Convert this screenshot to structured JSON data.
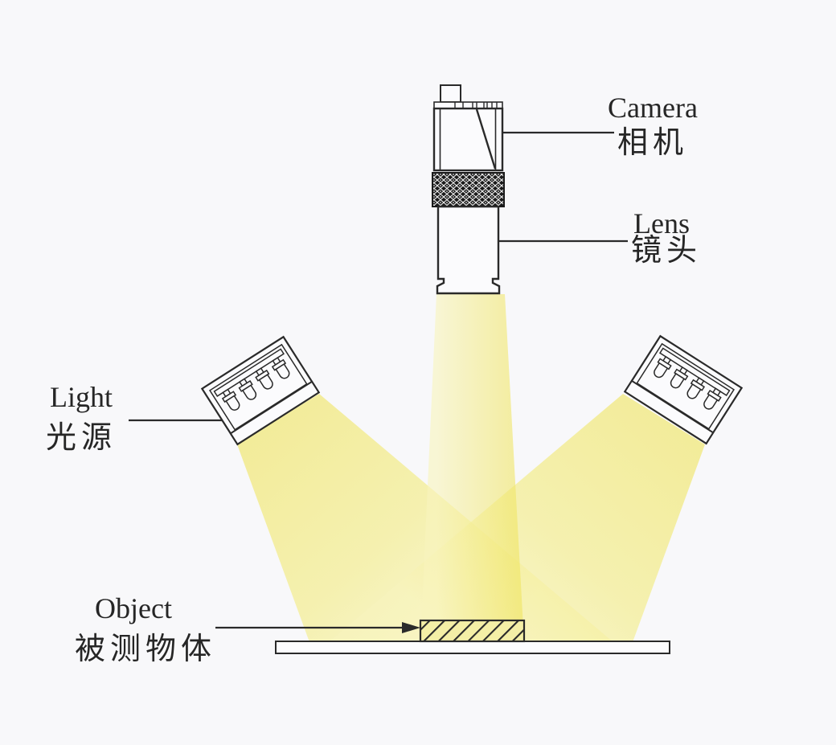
{
  "labels": {
    "camera": {
      "en": "Camera",
      "zh": "相机"
    },
    "lens": {
      "en": "Lens",
      "zh": "镜头"
    },
    "light": {
      "en": "Light",
      "zh": "光源"
    },
    "object": {
      "en": "Object",
      "zh": "被测物体"
    }
  },
  "colors": {
    "background": "#f8f8fa",
    "line": "#2a2a2a",
    "beam_strong": "#efe45f",
    "beam_light": "#f8f4bd",
    "beam_mid": "#f3ec82",
    "object_fill": "#f4efa6",
    "knurl_dark": "#1a1a1a",
    "fixture_fill": "#fbfbfd"
  },
  "scene": {
    "led_count_per_light": 4,
    "components": [
      "camera",
      "lens",
      "light-left",
      "light-right",
      "beam-left",
      "beam-center",
      "beam-right",
      "object",
      "table"
    ]
  }
}
